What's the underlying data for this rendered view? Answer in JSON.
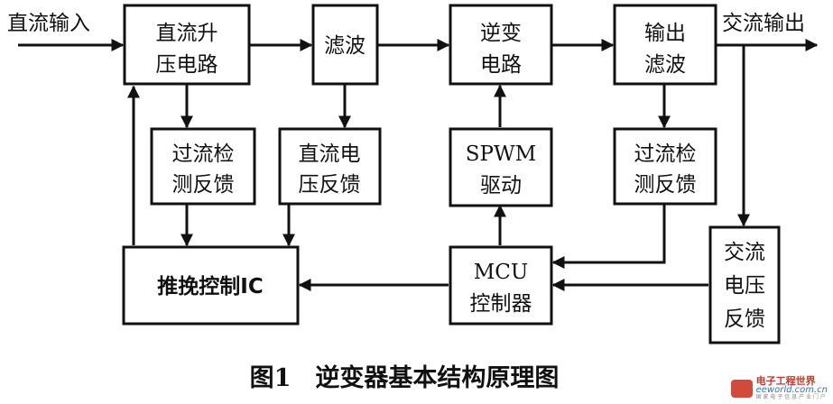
{
  "diagram": {
    "input_label": "直流输入",
    "output_label": "交流输出",
    "blocks": {
      "boost": [
        "直流升",
        "压电路"
      ],
      "filter": [
        "滤波"
      ],
      "inverter": [
        "逆变",
        "电路"
      ],
      "output_filter": [
        "输出",
        "滤波"
      ],
      "overcurrent_left": [
        "过流检",
        "测反馈"
      ],
      "dc_voltage_fb": [
        "直流电",
        "压反馈"
      ],
      "spwm_drive": [
        "SPWM",
        "驱动"
      ],
      "overcurrent_right": [
        "过流检",
        "测反馈"
      ],
      "push_pull_ic": [
        "推挽控制IC"
      ],
      "mcu": [
        "MCU",
        "控制器"
      ],
      "ac_voltage_fb": [
        "交流",
        "电压",
        "反馈"
      ]
    }
  },
  "caption": "图1　逆变器基本结构原理图",
  "watermark": {
    "name": "电子工程世界",
    "url": "eeworld.com.cn",
    "sub": "国 家 电 子 信 息 产 业 门 户"
  }
}
